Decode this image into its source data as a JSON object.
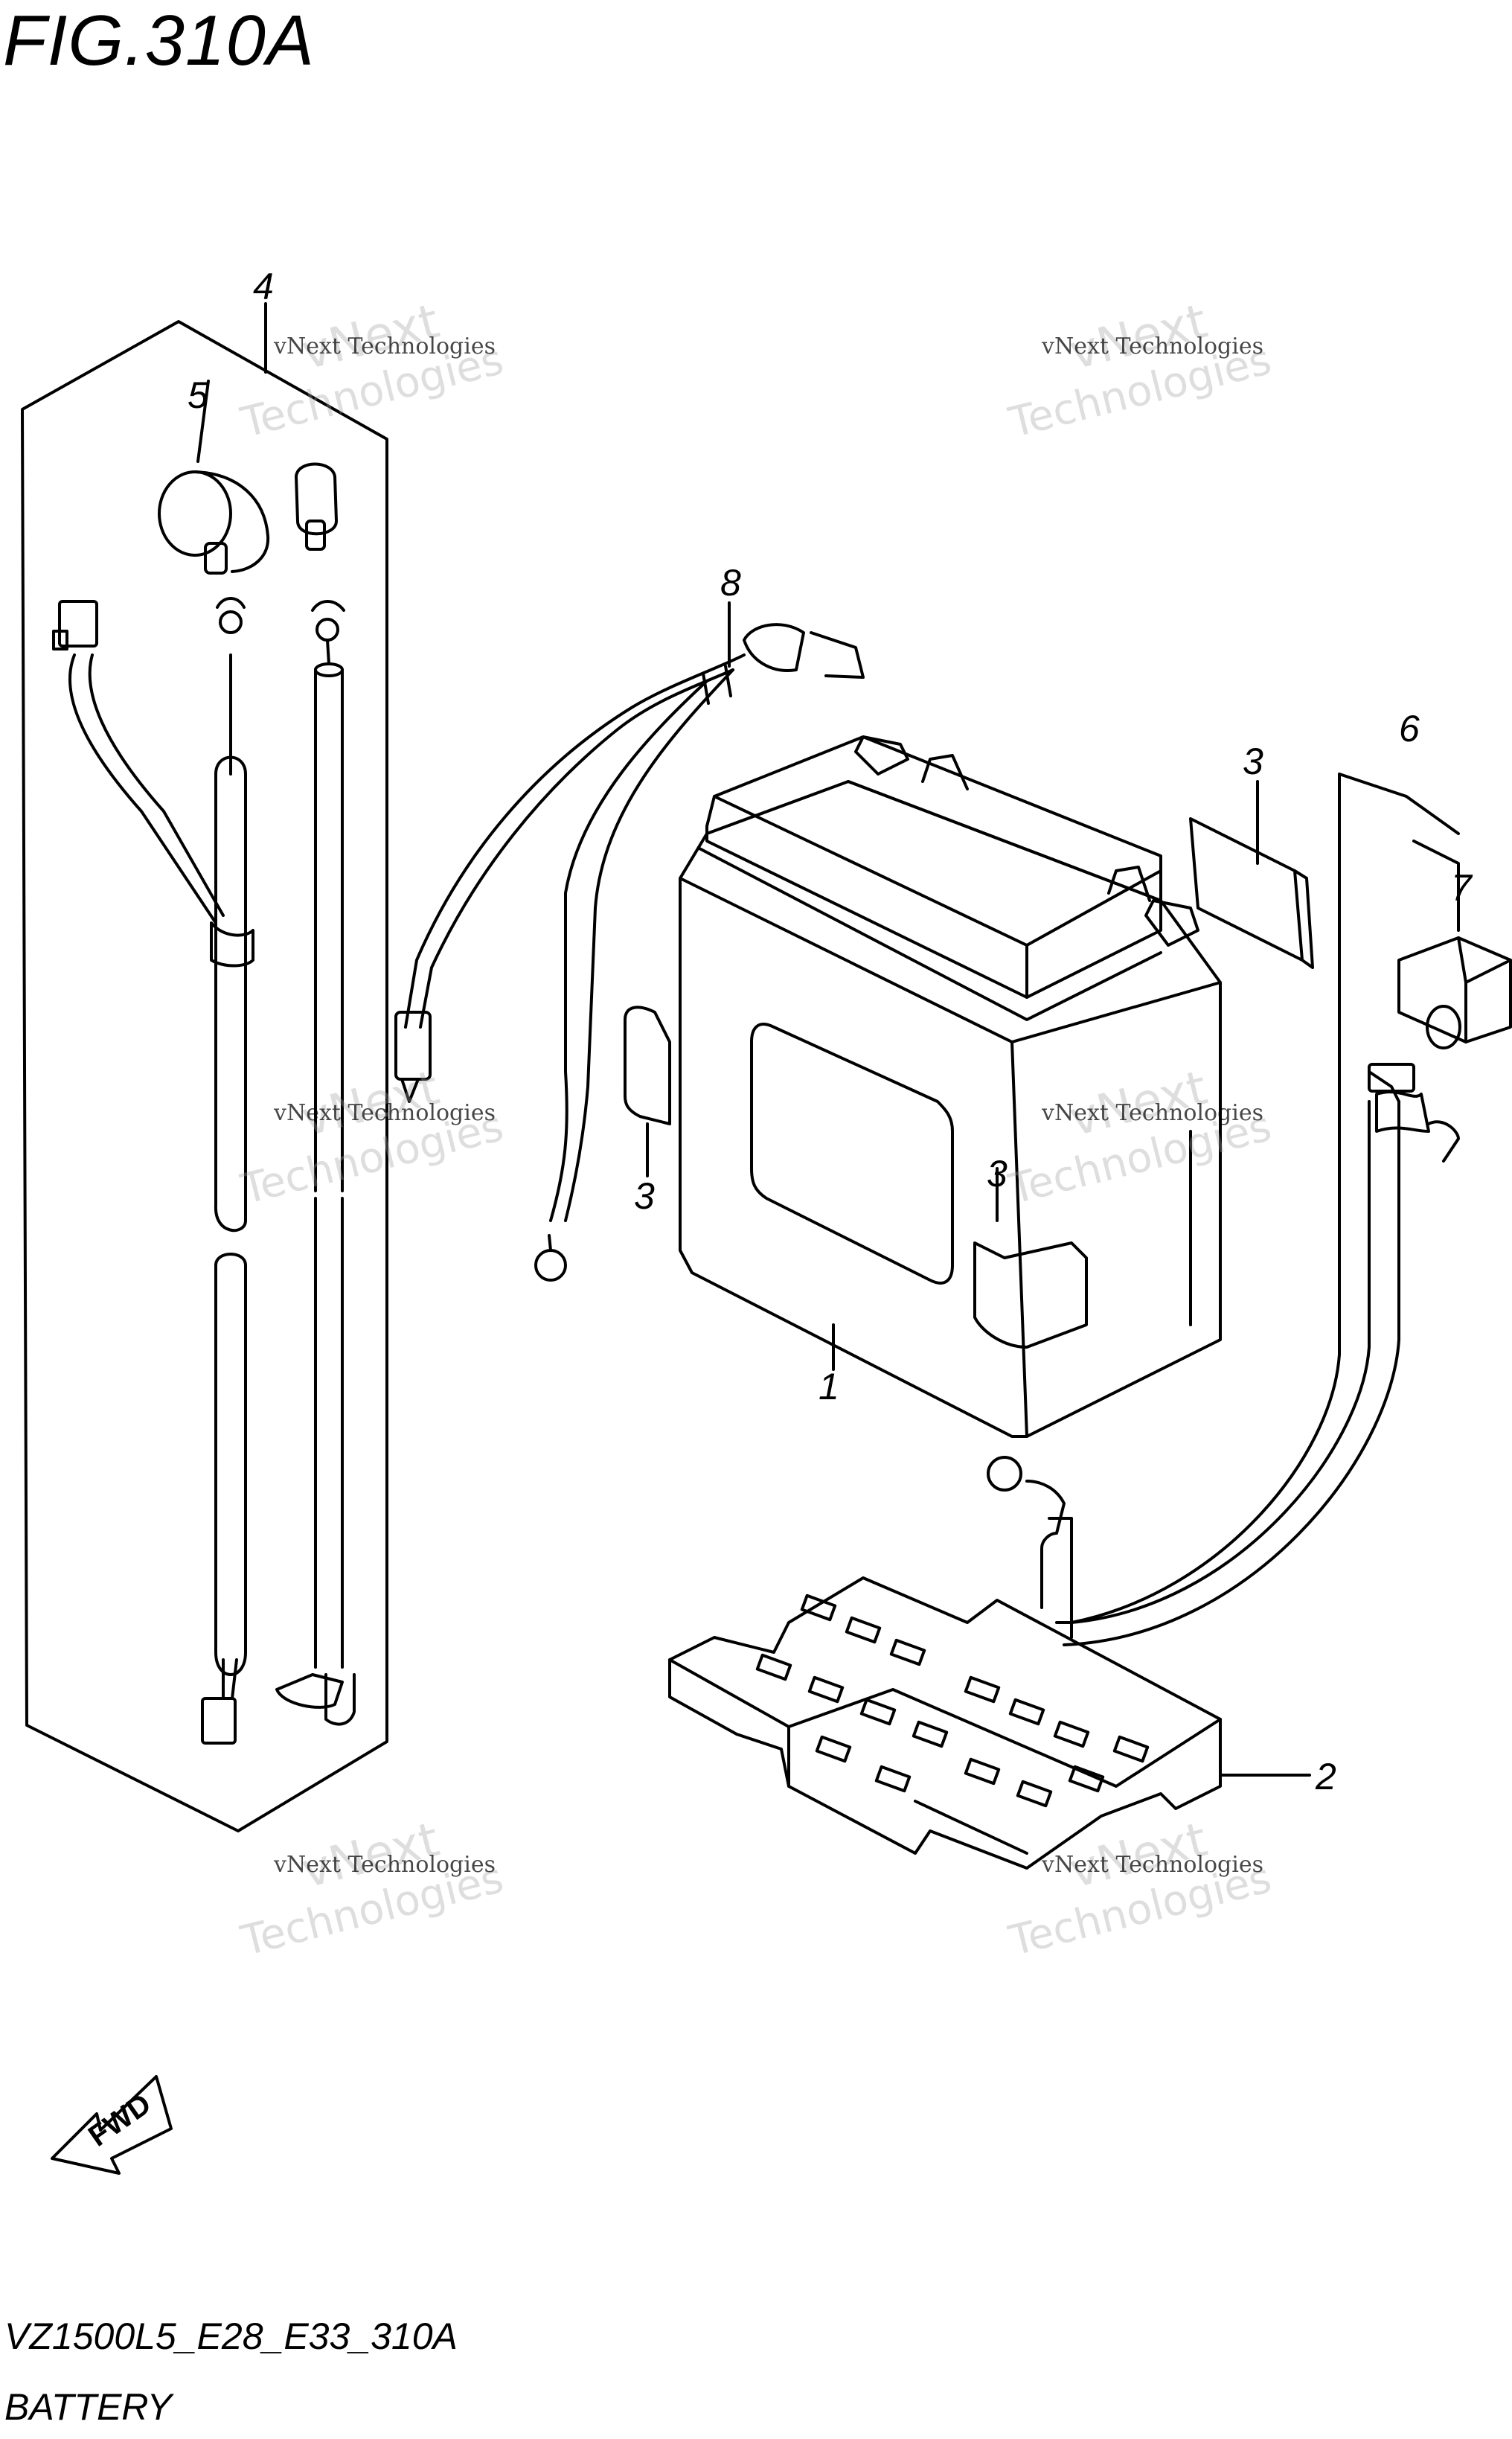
{
  "figure": {
    "title": "FIG.310A",
    "code": "VZ1500L5_E28_E33_310A",
    "name": "BATTERY"
  },
  "callouts": {
    "c1": "1",
    "c2": "2",
    "c3a": "3",
    "c3b": "3",
    "c3c": "3",
    "c4": "4",
    "c5": "5",
    "c6": "6",
    "c7": "7",
    "c8": "8"
  },
  "fwd_label": "FWD",
  "watermark": {
    "small": "vNext Technologies",
    "big_top": "vNext",
    "big_bottom": "Technologies"
  }
}
